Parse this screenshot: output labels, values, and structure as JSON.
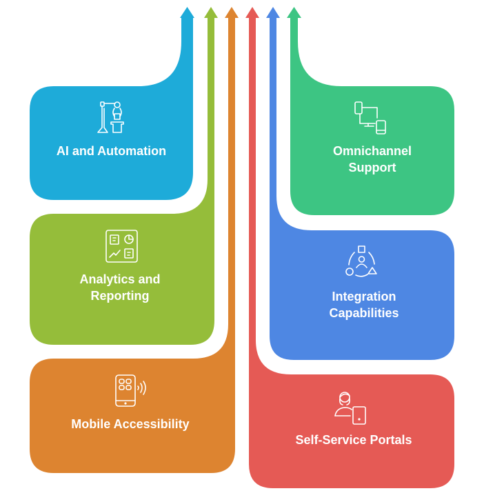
{
  "title": "Customer Service Technology Trends",
  "colors": {
    "ai": "#1EABD9",
    "analytics": "#95BD3A",
    "mobile": "#DD8430",
    "selfservice": "#E55A55",
    "integration": "#4E87E3",
    "omnichannel": "#3DC583",
    "text": "#FFFFFF",
    "background": "#FFFFFF"
  },
  "items": [
    {
      "id": "ai",
      "label_lines": [
        "AI and Automation"
      ],
      "icon": "robotic-arm-icon",
      "side": "left"
    },
    {
      "id": "analytics",
      "label_lines": [
        "Analytics and",
        "Reporting"
      ],
      "icon": "dashboard-analytics-icon",
      "side": "left"
    },
    {
      "id": "mobile",
      "label_lines": [
        "Mobile Accessibility"
      ],
      "icon": "mobile-app-signal-icon",
      "side": "left"
    },
    {
      "id": "selfservice",
      "label_lines": [
        "Self-Service Portals"
      ],
      "icon": "person-tablet-icon",
      "side": "right"
    },
    {
      "id": "integration",
      "label_lines": [
        "Integration",
        "Capabilities"
      ],
      "icon": "person-shapes-cycle-icon",
      "side": "right"
    },
    {
      "id": "omnichannel",
      "label_lines": [
        "Omnichannel",
        "Support"
      ],
      "icon": "multi-device-icon",
      "side": "right"
    }
  ]
}
